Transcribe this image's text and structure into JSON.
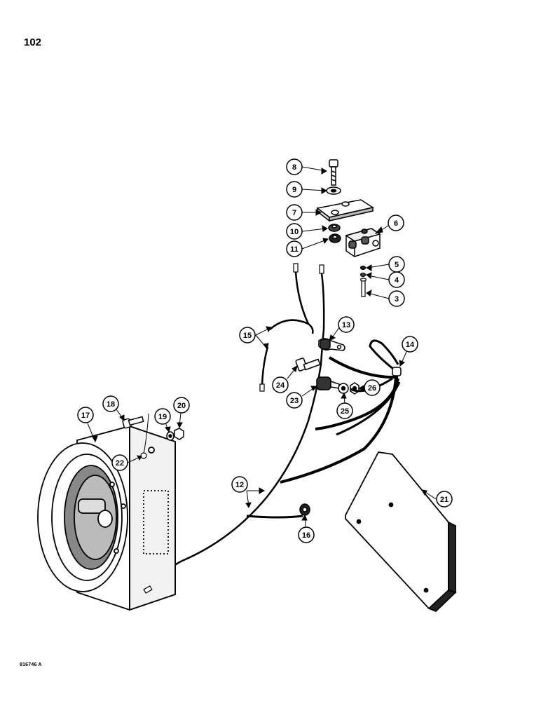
{
  "page_number": "102",
  "figure_code": "816746 A",
  "callouts": [
    {
      "label": "8"
    },
    {
      "label": "9"
    },
    {
      "label": "7"
    },
    {
      "label": "6"
    },
    {
      "label": "10"
    },
    {
      "label": "11"
    },
    {
      "label": "5"
    },
    {
      "label": "4"
    },
    {
      "label": "3"
    },
    {
      "label": "15"
    },
    {
      "label": "13"
    },
    {
      "label": "14"
    },
    {
      "label": "24"
    },
    {
      "label": "26"
    },
    {
      "label": "23"
    },
    {
      "label": "25"
    },
    {
      "label": "17"
    },
    {
      "label": "18"
    },
    {
      "label": "19"
    },
    {
      "label": "20"
    },
    {
      "label": "22"
    },
    {
      "label": "12"
    },
    {
      "label": "21"
    },
    {
      "label": "16"
    }
  ]
}
